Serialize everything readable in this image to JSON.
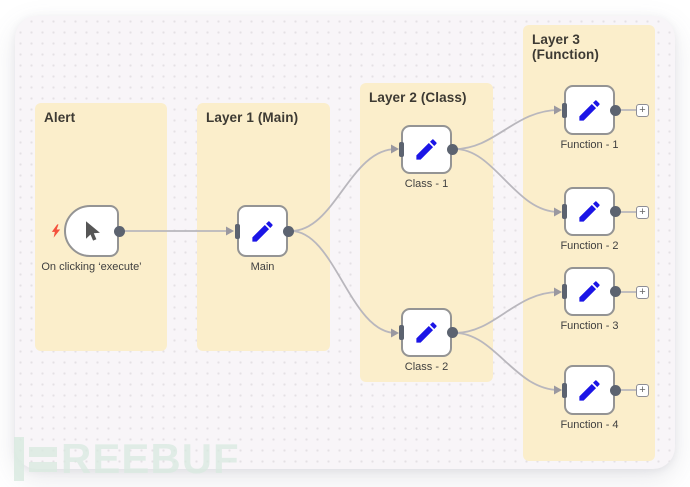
{
  "colors": {
    "group_fill": "#fbeecb",
    "node_border": "#949494",
    "connector": "#5c6370",
    "wire": "#b9b7bd",
    "arrow": "#9a98a0",
    "pencil_blue": "#1b15e6",
    "trigger_red": "#f4503c",
    "canvas_bg": "#f8f5f8",
    "title_color": "#3d3a33",
    "label_color": "#3f3f3f",
    "watermark": "#d9eae0"
  },
  "groups": [
    {
      "id": "alert",
      "label": "Alert"
    },
    {
      "id": "layer1",
      "label": "Layer 1 (Main)"
    },
    {
      "id": "layer2",
      "label": "Layer 2 (Class)"
    },
    {
      "id": "layer3",
      "label": "Layer 3 (Function)"
    }
  ],
  "nodes": [
    {
      "id": "trigger",
      "label": "On clicking ‘execute’",
      "icon": "cursor-icon",
      "type": "trigger"
    },
    {
      "id": "main",
      "label": "Main",
      "icon": "pencil-icon"
    },
    {
      "id": "class1",
      "label": "Class - 1",
      "icon": "pencil-icon"
    },
    {
      "id": "class2",
      "label": "Class - 2",
      "icon": "pencil-icon"
    },
    {
      "id": "function1",
      "label": "Function - 1",
      "icon": "pencil-icon"
    },
    {
      "id": "function2",
      "label": "Function - 2",
      "icon": "pencil-icon"
    },
    {
      "id": "function3",
      "label": "Function - 3",
      "icon": "pencil-icon"
    },
    {
      "id": "function4",
      "label": "Function - 4",
      "icon": "pencil-icon"
    }
  ],
  "add_button": {
    "glyph": "+"
  },
  "connections": [
    {
      "from": "trigger",
      "to": "main"
    },
    {
      "from": "main",
      "to": "class1"
    },
    {
      "from": "main",
      "to": "class2"
    },
    {
      "from": "class1",
      "to": "function1"
    },
    {
      "from": "class1",
      "to": "function2"
    },
    {
      "from": "class2",
      "to": "function3"
    },
    {
      "from": "class2",
      "to": "function4"
    }
  ],
  "watermark": {
    "brand": "FREEBUF",
    "letters": "REEBUF"
  }
}
